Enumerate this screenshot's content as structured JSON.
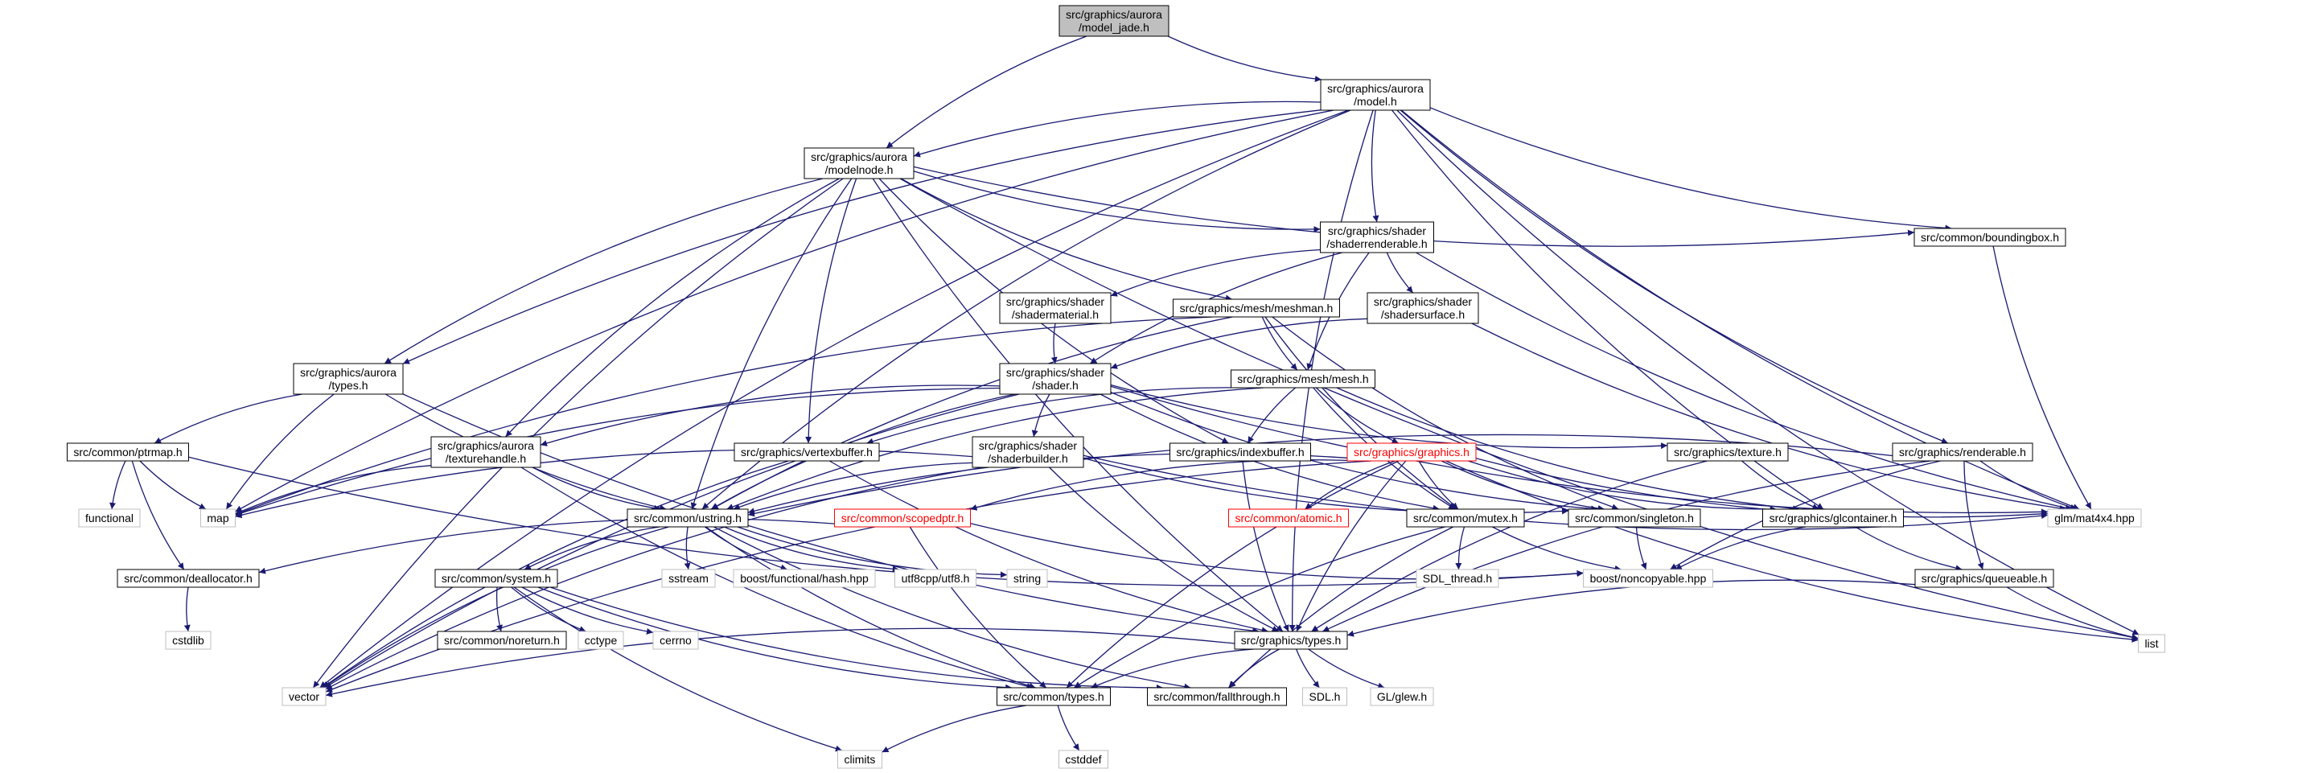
{
  "colors": {
    "edge": "#191970",
    "root_fill": "#bfbfbf",
    "header_border": "#000000",
    "header_fill": "#ffffff",
    "external_border": "#bfbfbf",
    "expandable_border": "#ff0000"
  },
  "nodes": [
    {
      "id": "model_jade",
      "lines": [
        "src/graphics/aurora",
        "/model_jade.h"
      ],
      "kind": "root"
    },
    {
      "id": "model",
      "lines": [
        "src/graphics/aurora",
        "/model.h"
      ],
      "kind": "header"
    },
    {
      "id": "modelnode",
      "lines": [
        "src/graphics/aurora",
        "/modelnode.h"
      ],
      "kind": "header"
    },
    {
      "id": "shaderrenderable",
      "lines": [
        "src/graphics/shader",
        "/shaderrenderable.h"
      ],
      "kind": "header"
    },
    {
      "id": "boundingbox",
      "lines": [
        "src/common/boundingbox.h"
      ],
      "kind": "header"
    },
    {
      "id": "shadermaterial",
      "lines": [
        "src/graphics/shader",
        "/shadermaterial.h"
      ],
      "kind": "header"
    },
    {
      "id": "meshman",
      "lines": [
        "src/graphics/mesh/meshman.h"
      ],
      "kind": "header"
    },
    {
      "id": "shadersurface",
      "lines": [
        "src/graphics/shader",
        "/shadersurface.h"
      ],
      "kind": "header"
    },
    {
      "id": "aurora_types",
      "lines": [
        "src/graphics/aurora",
        "/types.h"
      ],
      "kind": "header"
    },
    {
      "id": "shader",
      "lines": [
        "src/graphics/shader",
        "/shader.h"
      ],
      "kind": "header"
    },
    {
      "id": "mesh",
      "lines": [
        "src/graphics/mesh/mesh.h"
      ],
      "kind": "header"
    },
    {
      "id": "ptrmap",
      "lines": [
        "src/common/ptrmap.h"
      ],
      "kind": "header"
    },
    {
      "id": "texturehandle",
      "lines": [
        "src/graphics/aurora",
        "/texturehandle.h"
      ],
      "kind": "header"
    },
    {
      "id": "vertexbuffer",
      "lines": [
        "src/graphics/vertexbuffer.h"
      ],
      "kind": "header"
    },
    {
      "id": "shaderbuilder",
      "lines": [
        "src/graphics/shader",
        "/shaderbuilder.h"
      ],
      "kind": "header"
    },
    {
      "id": "indexbuffer",
      "lines": [
        "src/graphics/indexbuffer.h"
      ],
      "kind": "header"
    },
    {
      "id": "graphics",
      "lines": [
        "src/graphics/graphics.h"
      ],
      "kind": "expandable"
    },
    {
      "id": "texture",
      "lines": [
        "src/graphics/texture.h"
      ],
      "kind": "header"
    },
    {
      "id": "renderable",
      "lines": [
        "src/graphics/renderable.h"
      ],
      "kind": "header"
    },
    {
      "id": "functional",
      "lines": [
        "functional"
      ],
      "kind": "external"
    },
    {
      "id": "map",
      "lines": [
        "map"
      ],
      "kind": "external"
    },
    {
      "id": "ustring",
      "lines": [
        "src/common/ustring.h"
      ],
      "kind": "header"
    },
    {
      "id": "scopedptr",
      "lines": [
        "src/common/scopedptr.h"
      ],
      "kind": "expandable"
    },
    {
      "id": "atomic",
      "lines": [
        "src/common/atomic.h"
      ],
      "kind": "expandable"
    },
    {
      "id": "mutex",
      "lines": [
        "src/common/mutex.h"
      ],
      "kind": "header"
    },
    {
      "id": "singleton",
      "lines": [
        "src/common/singleton.h"
      ],
      "kind": "header"
    },
    {
      "id": "glcontainer",
      "lines": [
        "src/graphics/glcontainer.h"
      ],
      "kind": "header"
    },
    {
      "id": "glm",
      "lines": [
        "glm/mat4x4.hpp"
      ],
      "kind": "external"
    },
    {
      "id": "deallocator",
      "lines": [
        "src/common/deallocator.h"
      ],
      "kind": "header"
    },
    {
      "id": "system",
      "lines": [
        "src/common/system.h"
      ],
      "kind": "header"
    },
    {
      "id": "sstream",
      "lines": [
        "sstream"
      ],
      "kind": "external"
    },
    {
      "id": "boosthash",
      "lines": [
        "boost/functional/hash.hpp"
      ],
      "kind": "external"
    },
    {
      "id": "utf8",
      "lines": [
        "utf8cpp/utf8.h"
      ],
      "kind": "external"
    },
    {
      "id": "string",
      "lines": [
        "string"
      ],
      "kind": "external"
    },
    {
      "id": "sdlthread",
      "lines": [
        "SDL_thread.h"
      ],
      "kind": "external"
    },
    {
      "id": "noncopyable",
      "lines": [
        "boost/noncopyable.hpp"
      ],
      "kind": "external"
    },
    {
      "id": "queueable",
      "lines": [
        "src/graphics/queueable.h"
      ],
      "kind": "header"
    },
    {
      "id": "list",
      "lines": [
        "list"
      ],
      "kind": "external"
    },
    {
      "id": "cstdlib",
      "lines": [
        "cstdlib"
      ],
      "kind": "external"
    },
    {
      "id": "noreturn",
      "lines": [
        "src/common/noreturn.h"
      ],
      "kind": "header"
    },
    {
      "id": "cctype",
      "lines": [
        "cctype"
      ],
      "kind": "external"
    },
    {
      "id": "cerrno",
      "lines": [
        "cerrno"
      ],
      "kind": "external"
    },
    {
      "id": "gtypes",
      "lines": [
        "src/graphics/types.h"
      ],
      "kind": "header"
    },
    {
      "id": "vector",
      "lines": [
        "vector"
      ],
      "kind": "external"
    },
    {
      "id": "ctypes",
      "lines": [
        "src/common/types.h"
      ],
      "kind": "header"
    },
    {
      "id": "fallthrough",
      "lines": [
        "src/common/fallthrough.h"
      ],
      "kind": "header"
    },
    {
      "id": "sdlh",
      "lines": [
        "SDL.h"
      ],
      "kind": "external"
    },
    {
      "id": "glew",
      "lines": [
        "GL/glew.h"
      ],
      "kind": "external"
    },
    {
      "id": "climits",
      "lines": [
        "climits"
      ],
      "kind": "external"
    },
    {
      "id": "cstddef",
      "lines": [
        "cstddef"
      ],
      "kind": "external"
    }
  ],
  "edges": [
    [
      "model_jade",
      "model"
    ],
    [
      "model_jade",
      "modelnode"
    ],
    [
      "model",
      "modelnode"
    ],
    [
      "model",
      "aurora_types"
    ],
    [
      "model",
      "map"
    ],
    [
      "model",
      "vector"
    ],
    [
      "model",
      "ustring"
    ],
    [
      "model",
      "shaderrenderable"
    ],
    [
      "model",
      "boundingbox"
    ],
    [
      "model",
      "glcontainer"
    ],
    [
      "model",
      "renderable"
    ],
    [
      "model",
      "glm"
    ],
    [
      "model",
      "gtypes"
    ],
    [
      "model",
      "list"
    ],
    [
      "modelnode",
      "vector"
    ],
    [
      "modelnode",
      "aurora_types"
    ],
    [
      "modelnode",
      "texturehandle"
    ],
    [
      "modelnode",
      "ustring"
    ],
    [
      "modelnode",
      "vertexbuffer"
    ],
    [
      "modelnode",
      "gtypes"
    ],
    [
      "modelnode",
      "indexbuffer"
    ],
    [
      "modelnode",
      "meshman"
    ],
    [
      "modelnode",
      "shaderrenderable"
    ],
    [
      "modelnode",
      "boundingbox"
    ],
    [
      "modelnode",
      "list"
    ],
    [
      "shaderrenderable",
      "shadermaterial"
    ],
    [
      "shaderrenderable",
      "shadersurface"
    ],
    [
      "shaderrenderable",
      "shader"
    ],
    [
      "shaderrenderable",
      "mesh"
    ],
    [
      "shaderrenderable",
      "glm"
    ],
    [
      "boundingbox",
      "glm"
    ],
    [
      "shadermaterial",
      "shader"
    ],
    [
      "meshman",
      "map"
    ],
    [
      "meshman",
      "ustring"
    ],
    [
      "meshman",
      "mesh"
    ],
    [
      "meshman",
      "mutex"
    ],
    [
      "meshman",
      "singleton"
    ],
    [
      "shadersurface",
      "shader"
    ],
    [
      "shadersurface",
      "glm"
    ],
    [
      "aurora_types",
      "ptrmap"
    ],
    [
      "aurora_types",
      "map"
    ],
    [
      "aurora_types",
      "ustring"
    ],
    [
      "aurora_types",
      "gtypes"
    ],
    [
      "shader",
      "map"
    ],
    [
      "shader",
      "texturehandle"
    ],
    [
      "shader",
      "vector"
    ],
    [
      "shader",
      "ustring"
    ],
    [
      "shader",
      "shaderbuilder"
    ],
    [
      "shader",
      "texture"
    ],
    [
      "shader",
      "mutex"
    ],
    [
      "shader",
      "singleton"
    ],
    [
      "shader",
      "glm"
    ],
    [
      "mesh",
      "vertexbuffer"
    ],
    [
      "mesh",
      "indexbuffer"
    ],
    [
      "mesh",
      "graphics"
    ],
    [
      "mesh",
      "ustring"
    ],
    [
      "mesh",
      "mutex"
    ],
    [
      "mesh",
      "glcontainer"
    ],
    [
      "ptrmap",
      "functional"
    ],
    [
      "ptrmap",
      "map"
    ],
    [
      "ptrmap",
      "deallocator"
    ],
    [
      "ptrmap",
      "noncopyable"
    ],
    [
      "texturehandle",
      "ustring"
    ],
    [
      "texturehandle",
      "map"
    ],
    [
      "texturehandle",
      "ctypes"
    ],
    [
      "vertexbuffer",
      "vector"
    ],
    [
      "vertexbuffer",
      "gtypes"
    ],
    [
      "shaderbuilder",
      "map"
    ],
    [
      "shaderbuilder",
      "ustring"
    ],
    [
      "shaderbuilder",
      "singleton"
    ],
    [
      "shaderbuilder",
      "glm"
    ],
    [
      "shaderbuilder",
      "vector"
    ],
    [
      "shaderbuilder",
      "gtypes"
    ],
    [
      "indexbuffer",
      "gtypes"
    ],
    [
      "graphics",
      "vector"
    ],
    [
      "graphics",
      "list"
    ],
    [
      "graphics",
      "ustring"
    ],
    [
      "graphics",
      "scopedptr"
    ],
    [
      "graphics",
      "atomic"
    ],
    [
      "graphics",
      "mutex"
    ],
    [
      "graphics",
      "singleton"
    ],
    [
      "graphics",
      "glcontainer"
    ],
    [
      "graphics",
      "gtypes"
    ],
    [
      "graphics",
      "ctypes"
    ],
    [
      "graphics",
      "glm"
    ],
    [
      "texture",
      "glcontainer"
    ],
    [
      "texture",
      "gtypes"
    ],
    [
      "renderable",
      "ustring"
    ],
    [
      "renderable",
      "glm"
    ],
    [
      "renderable",
      "queueable"
    ],
    [
      "renderable",
      "gtypes"
    ],
    [
      "renderable",
      "noncopyable"
    ],
    [
      "ustring",
      "vector"
    ],
    [
      "ustring",
      "system"
    ],
    [
      "ustring",
      "sstream"
    ],
    [
      "ustring",
      "boosthash"
    ],
    [
      "ustring",
      "utf8"
    ],
    [
      "ustring",
      "string"
    ],
    [
      "ustring",
      "ctypes"
    ],
    [
      "ustring",
      "fallthrough"
    ],
    [
      "scopedptr",
      "deallocator"
    ],
    [
      "scopedptr",
      "noncopyable"
    ],
    [
      "scopedptr",
      "ctypes"
    ],
    [
      "mutex",
      "sdlthread"
    ],
    [
      "mutex",
      "noncopyable"
    ],
    [
      "mutex",
      "ctypes"
    ],
    [
      "mutex",
      "fallthrough"
    ],
    [
      "singleton",
      "noncopyable"
    ],
    [
      "glcontainer",
      "noncopyable"
    ],
    [
      "glcontainer",
      "queueable"
    ],
    [
      "queueable",
      "list"
    ],
    [
      "queueable",
      "gtypes"
    ],
    [
      "deallocator",
      "cstdlib"
    ],
    [
      "system",
      "noreturn"
    ],
    [
      "system",
      "cctype"
    ],
    [
      "system",
      "cerrno"
    ],
    [
      "system",
      "climits"
    ],
    [
      "system",
      "ctypes"
    ],
    [
      "system",
      "fallthrough"
    ],
    [
      "gtypes",
      "vector"
    ],
    [
      "gtypes",
      "sdlh"
    ],
    [
      "gtypes",
      "glew"
    ],
    [
      "gtypes",
      "ctypes"
    ],
    [
      "gtypes",
      "fallthrough"
    ],
    [
      "ctypes",
      "climits"
    ],
    [
      "ctypes",
      "cstddef"
    ]
  ]
}
